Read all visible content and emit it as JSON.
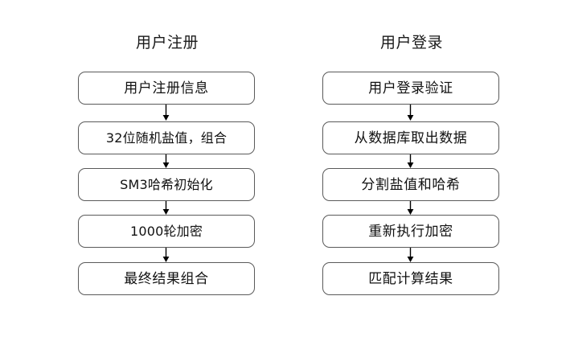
{
  "diagram": {
    "background_color": "#ffffff",
    "border_color": "#5a5a5a",
    "text_color": "#111111",
    "arrow_color": "#000000",
    "columns": [
      {
        "id": "registration",
        "title": "用户注册",
        "nodes": [
          {
            "label": "用户注册信息",
            "font": "serif"
          },
          {
            "label": "32位随机盐值，组合",
            "font": "sans"
          },
          {
            "label": "SM3哈希初始化",
            "font": "sans"
          },
          {
            "label": "1000轮加密",
            "font": "sans"
          },
          {
            "label": "最终结果组合",
            "font": "serif"
          }
        ],
        "arrows": [
          "down",
          "down",
          "down",
          "down"
        ]
      },
      {
        "id": "login",
        "title": "用户登录",
        "nodes": [
          {
            "label": "用户登录验证",
            "font": "serif"
          },
          {
            "label": "从数据库取出数据",
            "font": "serif"
          },
          {
            "label": "分割盐值和哈希",
            "font": "serif"
          },
          {
            "label": "重新执行加密",
            "font": "serif"
          },
          {
            "label": "匹配计算结果",
            "font": "serif"
          }
        ],
        "arrows": [
          "down",
          "down",
          "down",
          "down"
        ]
      }
    ]
  }
}
